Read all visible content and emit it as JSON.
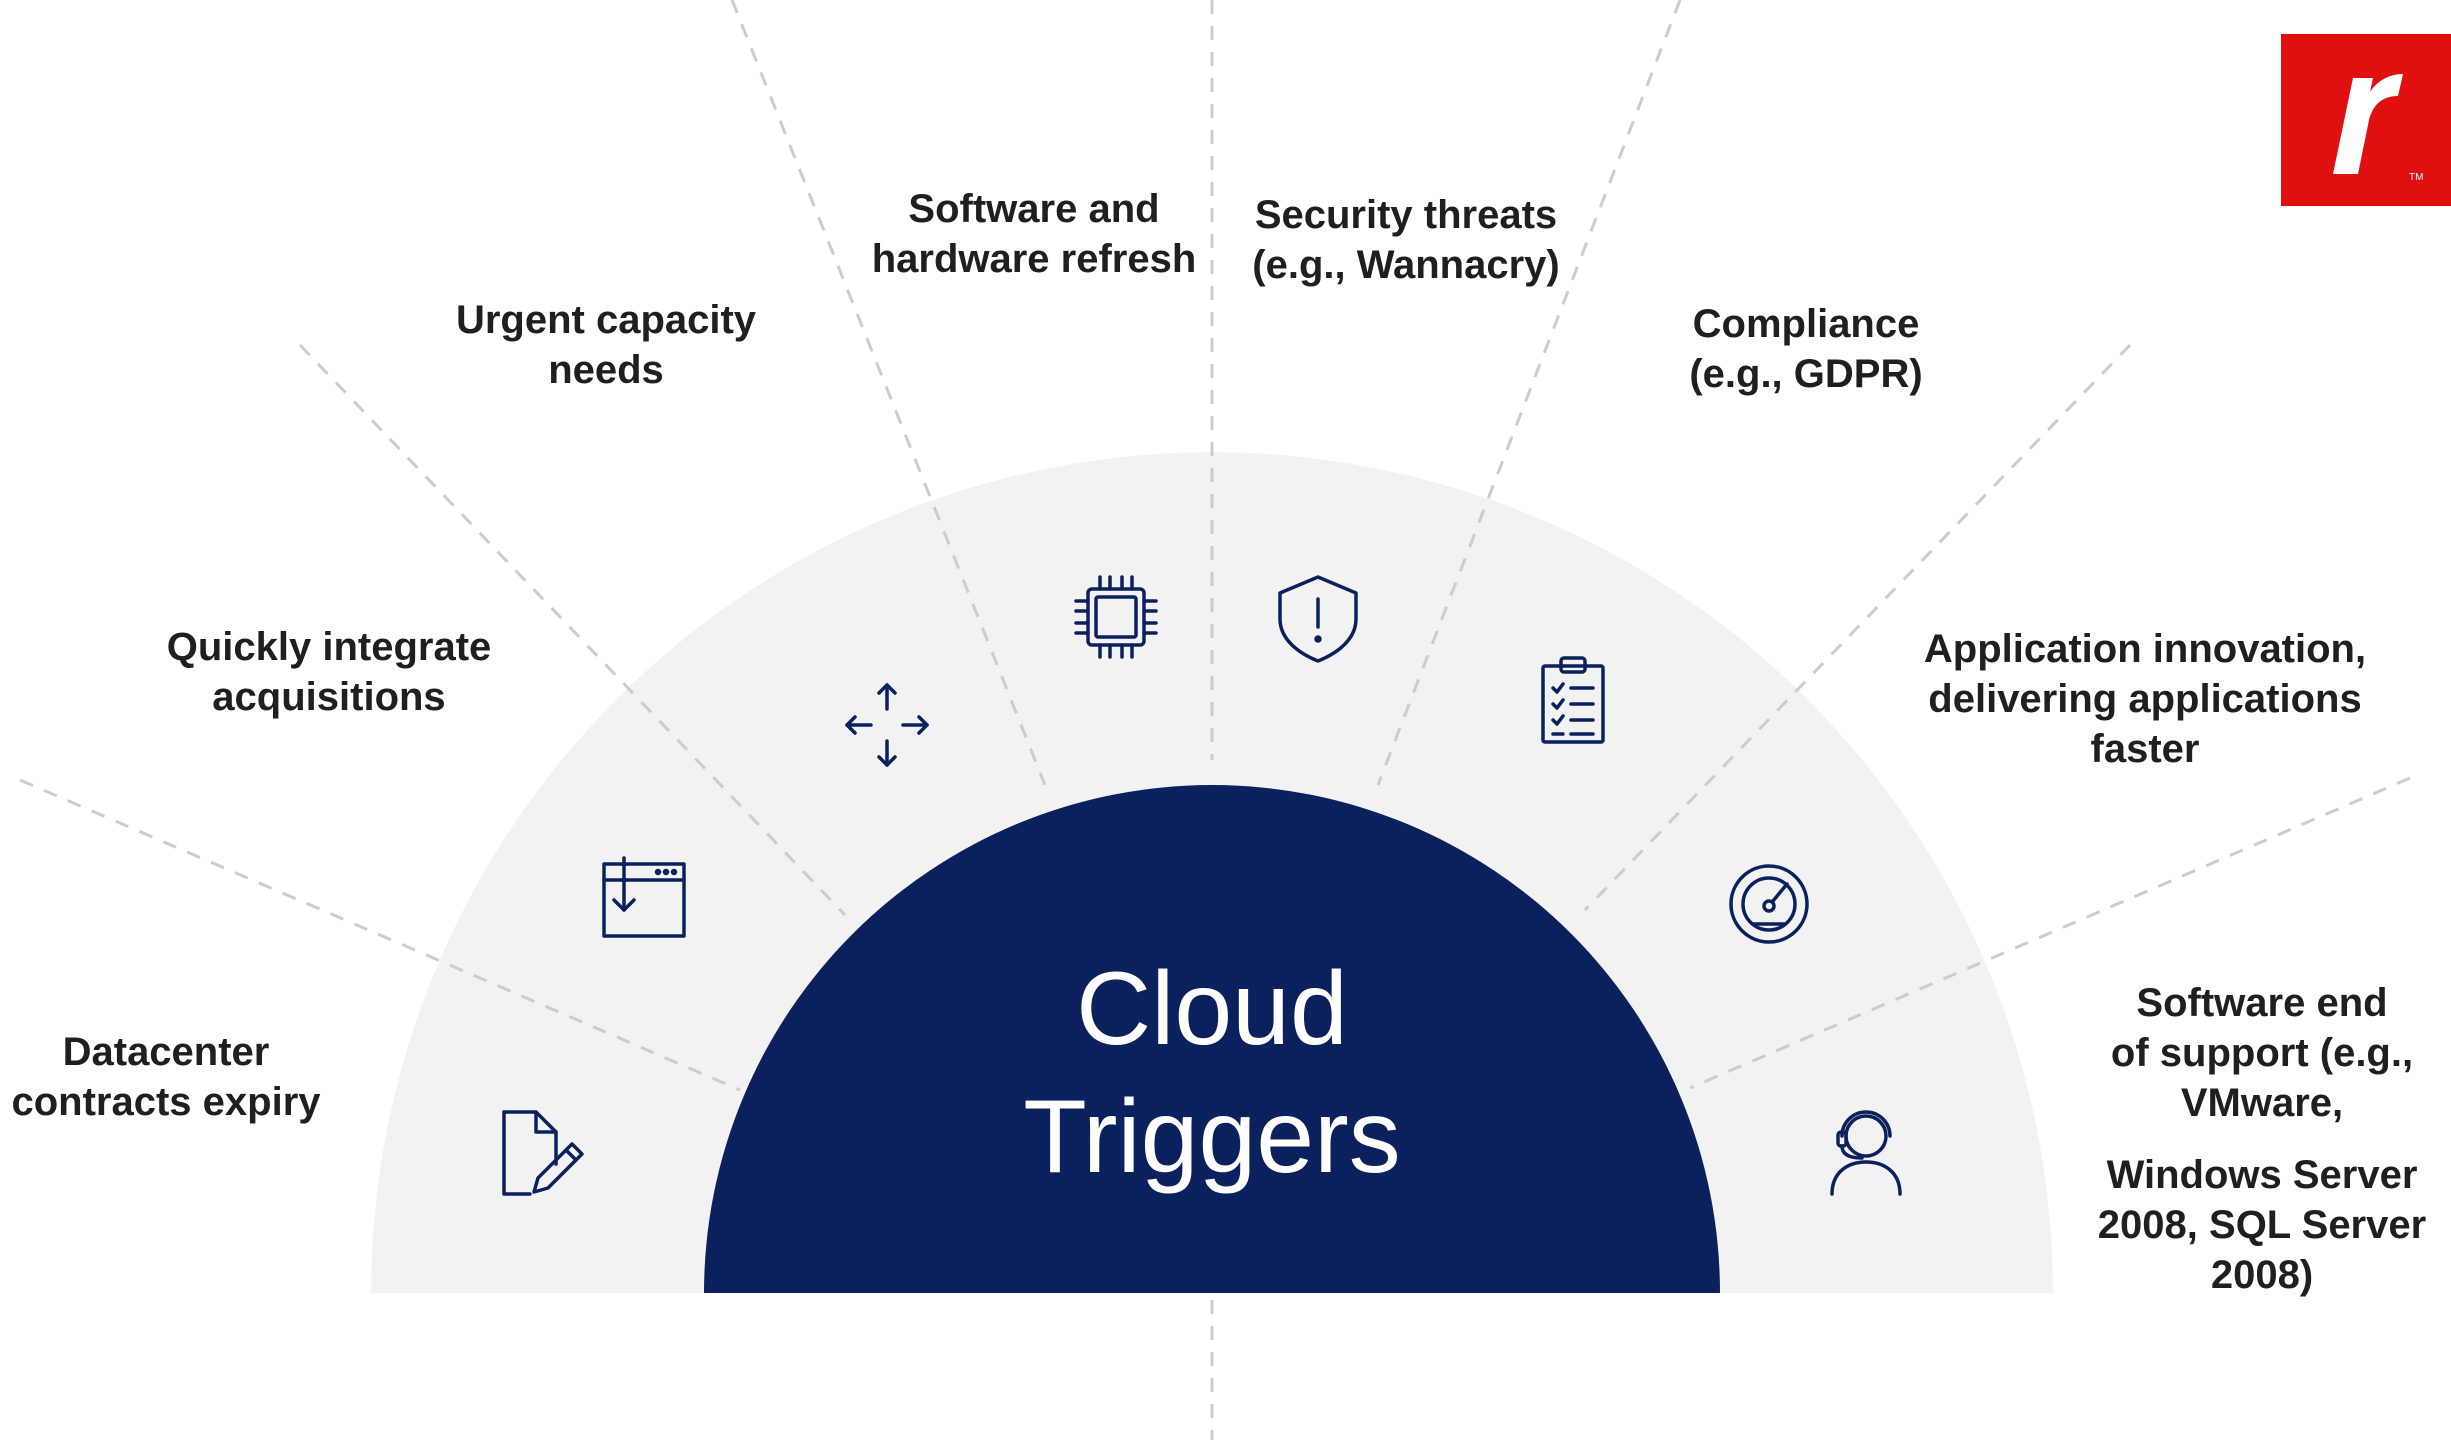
{
  "diagram": {
    "center": {
      "line1": "Cloud",
      "line2": "Triggers"
    },
    "triggers": [
      {
        "id": "datacenter",
        "icon": "document-edit-icon",
        "lines": [
          "Datacenter",
          "contracts expiry"
        ]
      },
      {
        "id": "acquisitions",
        "icon": "window-download-icon",
        "lines": [
          "Quickly integrate",
          "acquisitions"
        ]
      },
      {
        "id": "capacity",
        "icon": "expand-arrows-icon",
        "lines": [
          "Urgent capacity",
          "needs"
        ]
      },
      {
        "id": "refresh",
        "icon": "chip-icon",
        "lines": [
          "Software and",
          "hardware refresh"
        ]
      },
      {
        "id": "security",
        "icon": "shield-alert-icon",
        "lines": [
          "Security threats",
          "(e.g., Wannacry)"
        ]
      },
      {
        "id": "compliance",
        "icon": "clipboard-checklist-icon",
        "lines": [
          "Compliance",
          "(e.g., GDPR)"
        ]
      },
      {
        "id": "innovation",
        "icon": "speedometer-icon",
        "lines": [
          "Application innovation,",
          "delivering applications",
          "faster"
        ]
      },
      {
        "id": "eos",
        "icon": "support-agent-icon",
        "lines": [
          "Software end",
          "of support (e.g.,",
          "VMware,",
          "Windows Server",
          "2008, SQL Server",
          "2008)"
        ]
      }
    ],
    "colors": {
      "center_fill": "#0a215e",
      "ring_fill": "#f2f2f2",
      "icon_stroke": "#0a215e",
      "divider": "#cccccc",
      "logo_red": "#e01010"
    }
  },
  "logo": {
    "letter": "r"
  }
}
